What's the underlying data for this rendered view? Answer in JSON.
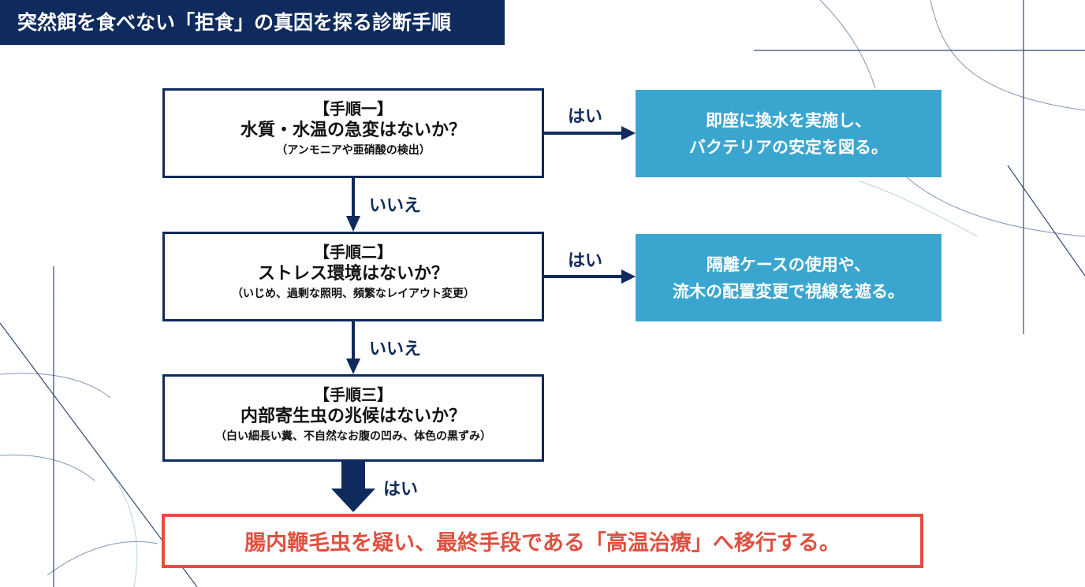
{
  "title": "突然餌を食べない「拒食」の真因を探る診断手順",
  "steps": [
    {
      "label": "【手順一】",
      "question": "水質・水温の急変はないか？",
      "note": "（アンモニアや亜硝酸の検出）"
    },
    {
      "label": "【手順二】",
      "question": "ストレス環境はないか？",
      "note": "（いじめ、過剰な照明、頻繁なレイアウト変更）"
    },
    {
      "label": "【手順三】",
      "question": "内部寄生虫の兆候はないか？",
      "note": "（白い細長い糞、不自然なお腹の凹み、体色の黒ずみ）"
    }
  ],
  "actions": [
    {
      "line1": "即座に換水を実施し、",
      "line2": "バクテリアの安定を図る。"
    },
    {
      "line1": "隔離ケースの使用や、",
      "line2": "流木の配置変更で視線を遮る。"
    }
  ],
  "edges": {
    "yes": "はい",
    "no": "いいえ"
  },
  "final": "腸内鞭毛虫を疑い、最終手段である「高温治療」へ移行する。",
  "colors": {
    "navy": "#0f2a5c",
    "action_blue": "#3aa6cf",
    "final_red": "#e05040"
  }
}
